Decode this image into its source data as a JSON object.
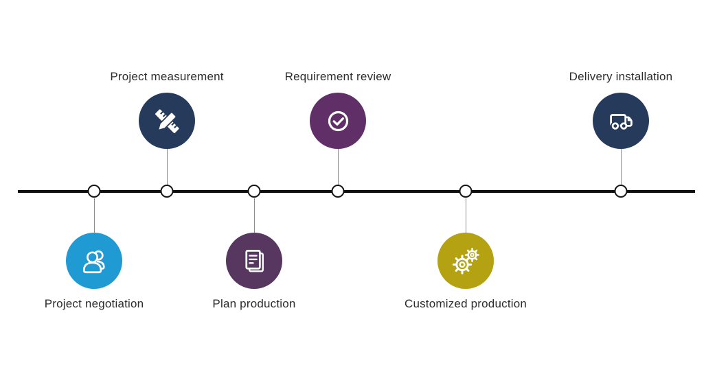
{
  "diagram": {
    "type": "process-timeline",
    "orientation": "horizontal",
    "step_count": 6
  },
  "colors": {
    "bg": "#ffffff",
    "axis": "#0f0f0f",
    "nodefill": "#ffffff",
    "nodestroke": "#141414",
    "stick": "#8c8c8c",
    "label": "#2c2c2c"
  },
  "steps": [
    {
      "label": "Project negotiation",
      "icon": "people-icon",
      "color": "#1f9ad2",
      "side": "below-line"
    },
    {
      "label": "Project measurement",
      "icon": "ruler-pencil-icon",
      "color": "#263a5c",
      "side": "above-line"
    },
    {
      "label": "Plan production",
      "icon": "document-icon",
      "color": "#573660",
      "side": "below-line"
    },
    {
      "label": "Requirement review",
      "icon": "check-circle-icon",
      "color": "#602f67",
      "side": "above-line"
    },
    {
      "label": "Customized production",
      "icon": "gears-icon",
      "color": "#b5a213",
      "side": "below-line"
    },
    {
      "label": "Delivery installation",
      "icon": "truck-icon",
      "color": "#263a5c",
      "side": "above-line"
    }
  ]
}
